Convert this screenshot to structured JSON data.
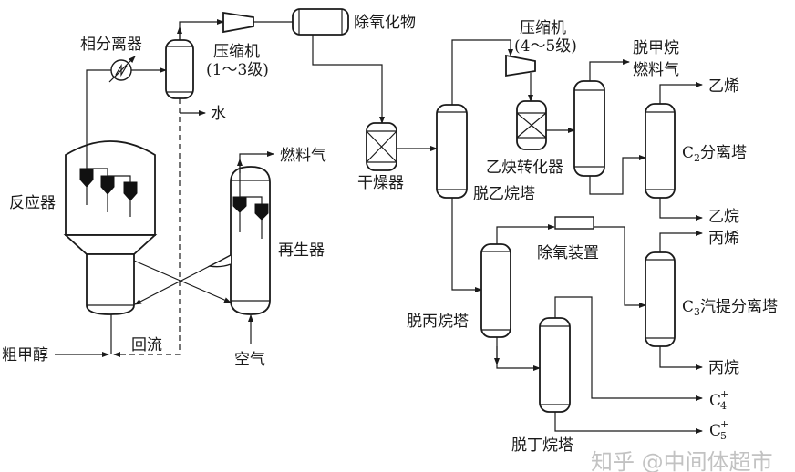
{
  "labels": {
    "phase_separator": "相分离器",
    "compressor1_a": "压缩机",
    "compressor1_b": "(1～3级)",
    "deoxide_drum": "除氧化物",
    "water": "水",
    "reactor": "反应器",
    "fuel_gas_regen": "燃料气",
    "regenerator": "再生器",
    "air": "空气",
    "crude_methanol": "粗甲醇",
    "reflux": "回流",
    "dryer": "干燥器",
    "compressor2_a": "压缩机",
    "compressor2_b": "(4～5级)",
    "demethanizer_a": "脱甲烷",
    "demethanizer_b": "燃料气",
    "ethylene": "乙烯",
    "acetylene_converter": "乙炔转化器",
    "deethanizer": "脱乙烷塔",
    "c2_c": "C",
    "c2_sub": "2",
    "c2_rest": "分离塔",
    "ethane": "乙烷",
    "propylene": "丙烯",
    "deoxygenation_unit": "除氧装置",
    "c3_c": "C",
    "c3_sub": "3",
    "c3_rest": "汽提分离塔",
    "depropanizer": "脱丙烷塔",
    "propane": "丙烷",
    "c4_c": "C",
    "c4_sub": "4",
    "c4_sup": "+",
    "c5_c": "C",
    "c5_sub": "5",
    "c5_sup": "+",
    "debutanizer": "脱丁烷塔"
  },
  "watermark": "知乎 @中间体超市"
}
